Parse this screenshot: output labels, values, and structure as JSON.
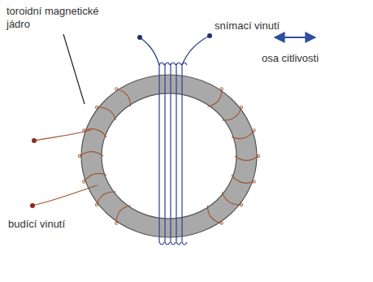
{
  "diagram": {
    "labels": [
      "toroidní magnetické jádro",
      "snímací vinutí",
      "osa citlivosti",
      "budící vinutí"
    ]
  }
}
